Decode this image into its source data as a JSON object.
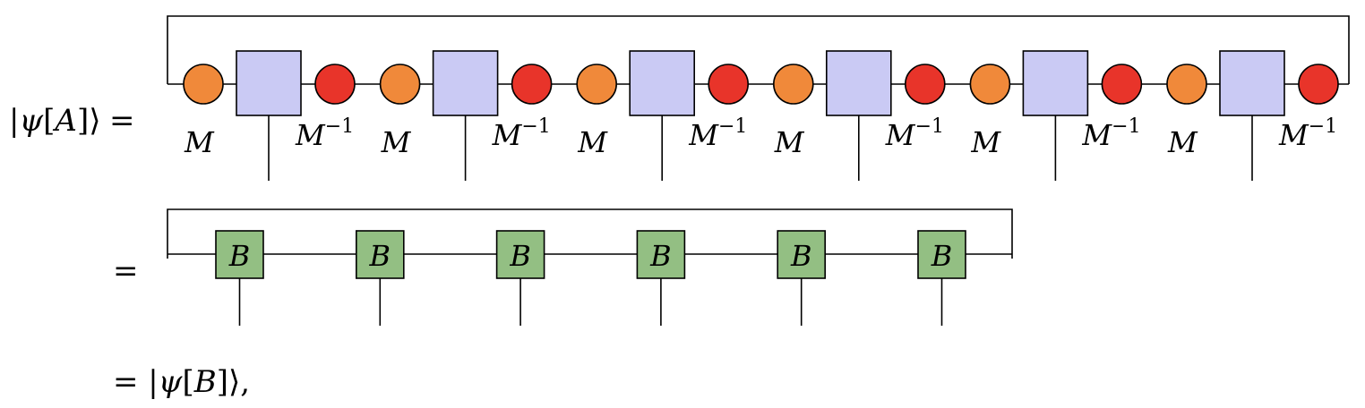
{
  "equation": {
    "lhs": {
      "bar": "|",
      "psi": "ψ",
      "lbracket": "[",
      "arg": "A",
      "rbracket": "]",
      "ket": "⟩",
      "relation": "="
    },
    "rhs_relation": "=",
    "result": {
      "prefix": "= |",
      "psi": "ψ",
      "lbracket": "[",
      "arg": "B",
      "rbracket": "]",
      "ket": "⟩",
      "suffix": ","
    }
  },
  "chain_a": {
    "site_count": 6,
    "gauge_label": "M",
    "inverse_base": "M",
    "inverse_exponent": "−1"
  },
  "chain_b": {
    "site_count": 6,
    "tensor_label": "B"
  },
  "colors": {
    "gauge_orange": "#F0893A",
    "gauge_inverse_red": "#E8342A",
    "tensor_a_lavender": "#CACAF4",
    "tensor_b_green": "#93BF83",
    "line": "#000000"
  }
}
